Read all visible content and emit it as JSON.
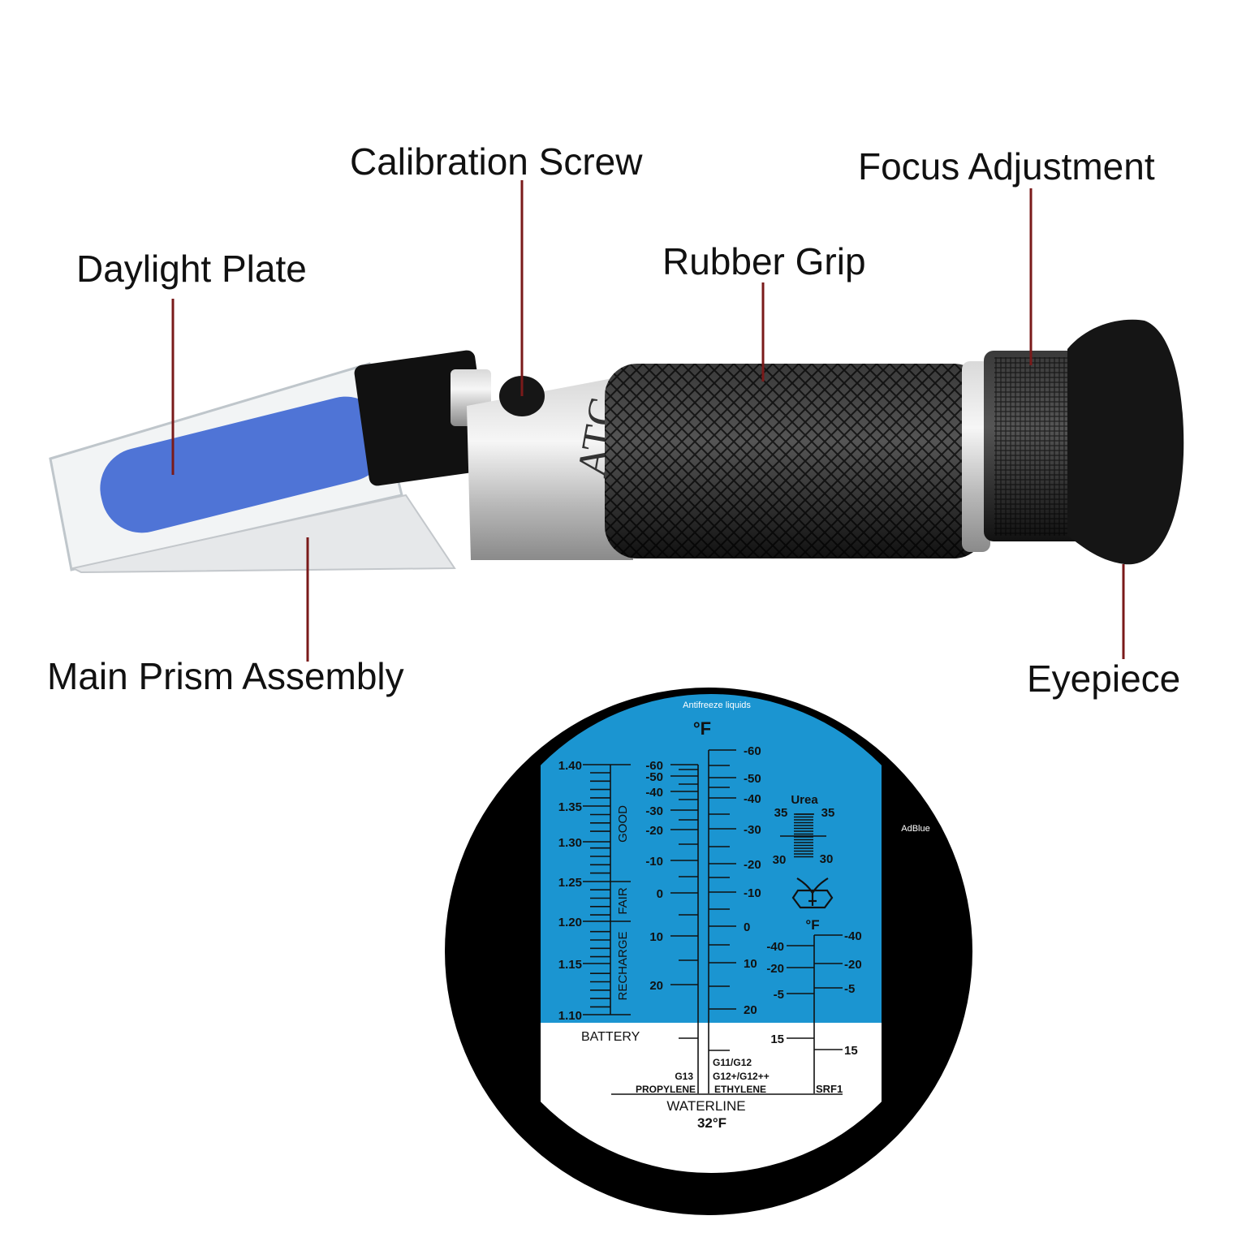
{
  "callouts": {
    "calibration_screw": "Calibration Screw",
    "focus_adjustment": "Focus Adjustment",
    "daylight_plate": "Daylight Plate",
    "rubber_grip": "Rubber Grip",
    "main_prism_assembly": "Main Prism Assembly",
    "eyepiece": "Eyepiece"
  },
  "device": {
    "body_marking": "ATC"
  },
  "colors": {
    "leader_line": "#7a1a1a",
    "scale_blue": "#1b95d1",
    "daylight_plate": "#4f74d6"
  },
  "scale": {
    "header": "Antifreeze liquids",
    "unit_top": "°F",
    "adblue": "AdBlue",
    "battery": {
      "values": [
        "1.40",
        "1.35",
        "1.30",
        "1.25",
        "1.20",
        "1.15",
        "1.10"
      ],
      "zones": [
        "GOOD",
        "FAIR",
        "RECHARGE"
      ],
      "label": "BATTERY"
    },
    "propylene": {
      "values": [
        "-60",
        "-50",
        "-40",
        "-30",
        "-20",
        "-10",
        "0",
        "10",
        "20"
      ],
      "label_line1": "G13",
      "label_line2": "PROPYLENE"
    },
    "ethylene": {
      "values": [
        "-60",
        "-50",
        "-40",
        "-30",
        "-20",
        "-10",
        "0",
        "10",
        "20"
      ],
      "label_line1": "G11/G12",
      "label_line2": "G12+/G12++",
      "label_line3": "ETHYLENE"
    },
    "urea": {
      "title": "Urea",
      "values": [
        "35",
        "35",
        "30",
        "30"
      ]
    },
    "washer": {
      "unit": "°F",
      "icon": "windshield-washer-icon",
      "left_values": [
        "-40",
        "-20",
        "-5",
        "15"
      ],
      "right_values": [
        "-40",
        "-20",
        "-5",
        "15"
      ],
      "label": "SRF1"
    },
    "waterline": "WATERLINE",
    "waterline_temp": "32°F"
  }
}
